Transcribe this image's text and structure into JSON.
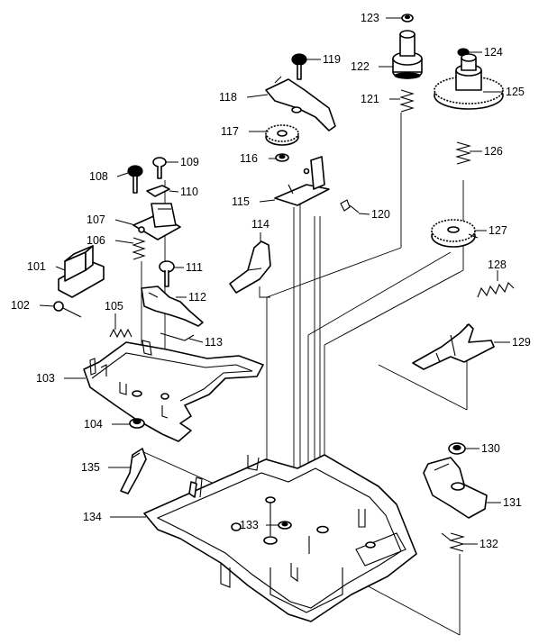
{
  "labels": {
    "p101": "101",
    "p102": "102",
    "p103": "103",
    "p104": "104",
    "p105": "105",
    "p106": "106",
    "p107": "107",
    "p108": "108",
    "p109": "109",
    "p110": "110",
    "p111": "111",
    "p112": "112",
    "p113": "113",
    "p114": "114",
    "p115": "115",
    "p116": "116",
    "p117": "117",
    "p118": "118",
    "p119": "119",
    "p120": "120",
    "p121": "121",
    "p122": "122",
    "p123": "123",
    "p124": "124",
    "p125": "125",
    "p126": "126",
    "p127": "127",
    "p128": "128",
    "p129": "129",
    "p130": "130",
    "p131": "131",
    "p132": "132",
    "p133": "133",
    "p134": "134",
    "p135": "135"
  },
  "colors": {
    "ink": "#000000",
    "paper": "#ffffff"
  }
}
